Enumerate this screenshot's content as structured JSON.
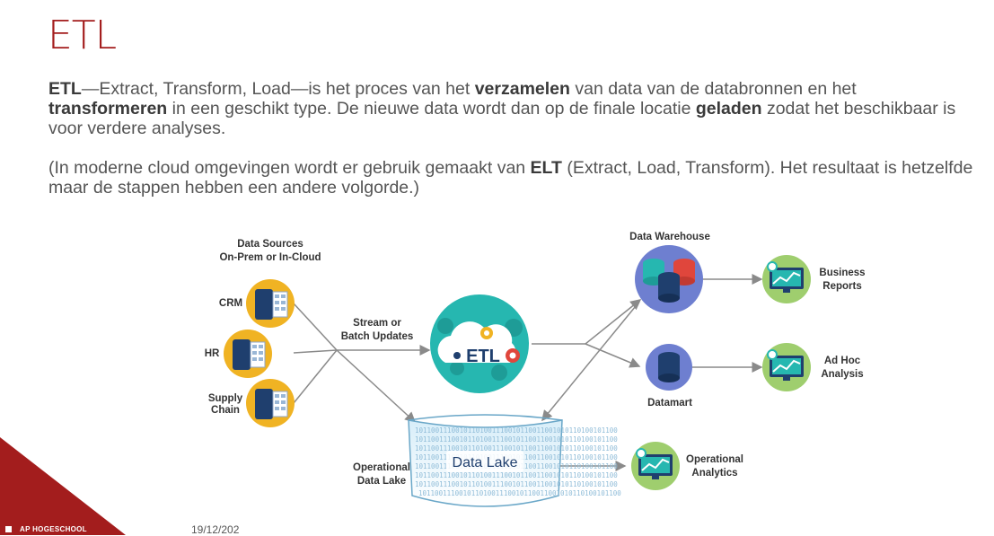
{
  "slide": {
    "title": "ETL",
    "para1": {
      "b1": "ETL",
      "t1": "—Extract, Transform, Load—is het proces van het ",
      "b2": "verzamelen",
      "t2": " van data van de databronnen en het ",
      "b3": "transformeren",
      "t3": " in een geschikt type. De nieuwe data wordt dan op de finale locatie ",
      "b4": "geladen",
      "t4": " zodat het beschikbaar is voor verdere analyses."
    },
    "para2": {
      "t1": "(In moderne cloud omgevingen wordt er gebruik gemaakt van ",
      "b1": "ELT",
      "t2": " (Extract, Load, Transform). Het resultaat is hetzelfde maar de stappen hebben een andere volgorde.)"
    }
  },
  "diagram": {
    "sources_title_1": "Data Sources",
    "sources_title_2": "On-Prem or In-Cloud",
    "src_crm": "CRM",
    "src_hr": "HR",
    "src_supply_1": "Supply",
    "src_supply_2": "Chain",
    "stream_1": "Stream or",
    "stream_2": "Batch Updates",
    "etl_label": "ETL",
    "warehouse": "Data Warehouse",
    "datamart": "Datamart",
    "business_1": "Business",
    "business_2": "Reports",
    "adhoc_1": "Ad Hoc",
    "adhoc_2": "Analysis",
    "lake_label": "Data Lake",
    "op_lake_1": "Operational",
    "op_lake_2": "Data Lake",
    "op_analytics_1": "Operational",
    "op_analytics_2": "Analytics",
    "lake_bits": "10110011100101101001110010110011001010110100101100"
  },
  "footer": {
    "date": "19/12/202",
    "logo": "AP HOGESCHOOL"
  },
  "colors": {
    "title": "#a31d1d",
    "corner": "#a31d1d",
    "gold": "#f0b323",
    "teal": "#26b7b0",
    "navy": "#1f3f6e",
    "purple": "#6e7fd0",
    "green": "#9fce6e"
  }
}
